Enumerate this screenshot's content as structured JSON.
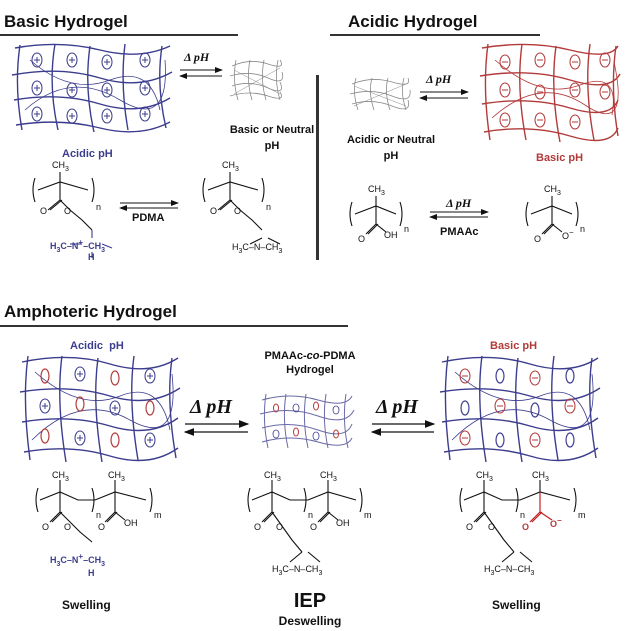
{
  "headers": {
    "basic": "Basic Hydrogel",
    "acidic": "Acidic Hydrogel",
    "amphoteric": "Amphoteric Hydrogel"
  },
  "basic_section": {
    "acidic_ph": "Acidic pH",
    "basic_neutral_line1": "Basic or Neutral",
    "basic_neutral_line2": "pH",
    "polymer": "PDMA",
    "delta_ph": "Δ pH"
  },
  "acidic_section": {
    "acidic_neutral_line1": "Acidic or Neutral",
    "acidic_neutral_line2": "pH",
    "basic_ph": "Basic pH",
    "polymer": "PMAAc",
    "delta_ph": "Δ pH"
  },
  "amphoteric_section": {
    "acidic_ph": "Acidic  pH",
    "basic_ph": "Basic pH",
    "copolymer_a": "PMAAc-",
    "copolymer_co": "co",
    "copolymer_b": "-PDMA",
    "copolymer_line2": "Hydrogel",
    "delta_ph_left": "Δ pH",
    "delta_ph_right": "Δ pH",
    "swelling_left": "Swelling",
    "swelling_right": "Swelling",
    "iep": "IEP",
    "deswelling": "Deswelling"
  },
  "chem": {
    "ch3": "CH",
    "sub3": "3",
    "n": "n",
    "m": "m",
    "oh": "OH",
    "o": "O",
    "h3c": "H",
    "nplus": "N",
    "h": "H"
  },
  "colors": {
    "blue": "#3c3d8e",
    "red": "#b33a3a",
    "gray": "#8a8a8a"
  }
}
